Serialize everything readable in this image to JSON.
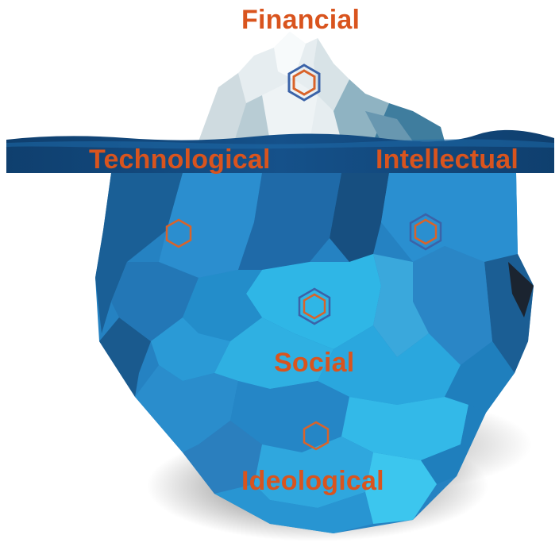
{
  "labels": {
    "financial": "Financial",
    "technological": "Technological",
    "intellectual": "Intellectual",
    "social": "Social",
    "ideological": "Ideological"
  },
  "colors": {
    "label": "#d9541e",
    "hexagon_orange": "#d9632a",
    "hexagon_blue": "#3b63a8",
    "water_band": "#12497c",
    "ice_light": "#e9eff2",
    "ice_blue": "#2a86c4",
    "ice_cyan": "#27b3e3",
    "ice_dark": "#15456f"
  },
  "icons": [
    "hexagon-marker-icon"
  ]
}
